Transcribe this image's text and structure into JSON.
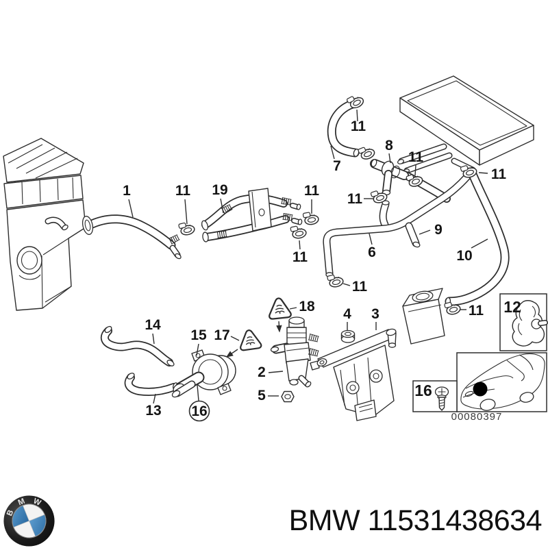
{
  "page": {
    "background": "#ffffff"
  },
  "diagram": {
    "image_number": "00080397",
    "callouts": [
      {
        "text": "1"
      },
      {
        "text": "11"
      },
      {
        "text": "19"
      },
      {
        "text": "11"
      },
      {
        "text": "7"
      },
      {
        "text": "11"
      },
      {
        "text": "8"
      },
      {
        "text": "11"
      },
      {
        "text": "11"
      },
      {
        "text": "11"
      },
      {
        "text": "9"
      },
      {
        "text": "6"
      },
      {
        "text": "10"
      },
      {
        "text": "11"
      },
      {
        "text": "11"
      },
      {
        "text": "11"
      },
      {
        "text": "14"
      },
      {
        "text": "15"
      },
      {
        "text": "17"
      },
      {
        "text": "18"
      },
      {
        "text": "2"
      },
      {
        "text": "4"
      },
      {
        "text": "3"
      },
      {
        "text": "5"
      },
      {
        "text": "13"
      },
      {
        "text": "16"
      }
    ],
    "insets": {
      "holder_box_label": "12",
      "screw_box_label": "16"
    }
  },
  "footer": {
    "part_label": "BMW 11531438634",
    "logo_letters": [
      "B",
      "M",
      "W"
    ]
  },
  "colors": {
    "line_art": "#2d2d2d",
    "bmw_blue": "#3f80b8",
    "logo_black": "#181818",
    "label_text": "#141414"
  }
}
